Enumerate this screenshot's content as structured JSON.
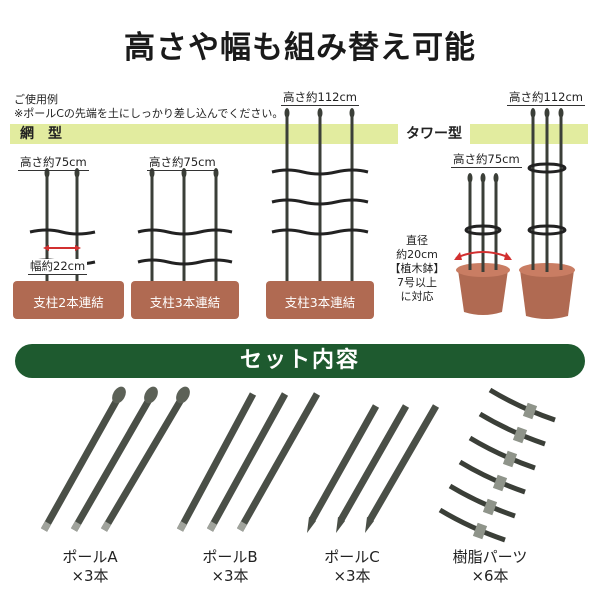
{
  "title": "高さや幅も組み替え可能",
  "usage": {
    "heading": "ご使用例",
    "note": "※ポールCの先端を土にしっかり差し込んでください。"
  },
  "sections": {
    "net_label": "網　型",
    "tower_label": "タワー型"
  },
  "height_tags": {
    "h75_a": "高さ約75cm",
    "h75_b": "高さ約75cm",
    "h112_a": "高さ約112cm",
    "h75_c": "高さ約75cm",
    "h112_b": "高さ約112cm"
  },
  "width_tag": "幅約22cm",
  "planters": {
    "p1": "支柱2本連結",
    "p2": "支柱3本連結",
    "p3": "支柱3本連結"
  },
  "pot_note": {
    "diameter": "直径",
    "diameter_value": "約20cm",
    "pot_type": "【植木鉢】",
    "pot_size": "7号以上",
    "compat": "に対応"
  },
  "set_contents_title": "セット内容",
  "contents": [
    {
      "name": "ポールA",
      "qty": "×3本"
    },
    {
      "name": "ポールB",
      "qty": "×3本"
    },
    {
      "name": "ポールC",
      "qty": "×3本"
    },
    {
      "name": "樹脂パーツ",
      "qty": "×6本"
    }
  ],
  "colors": {
    "band": "#e2ec9f",
    "green_bar": "#1e5a2f",
    "planter": "#b06a52",
    "pole": "#4a4f47"
  }
}
